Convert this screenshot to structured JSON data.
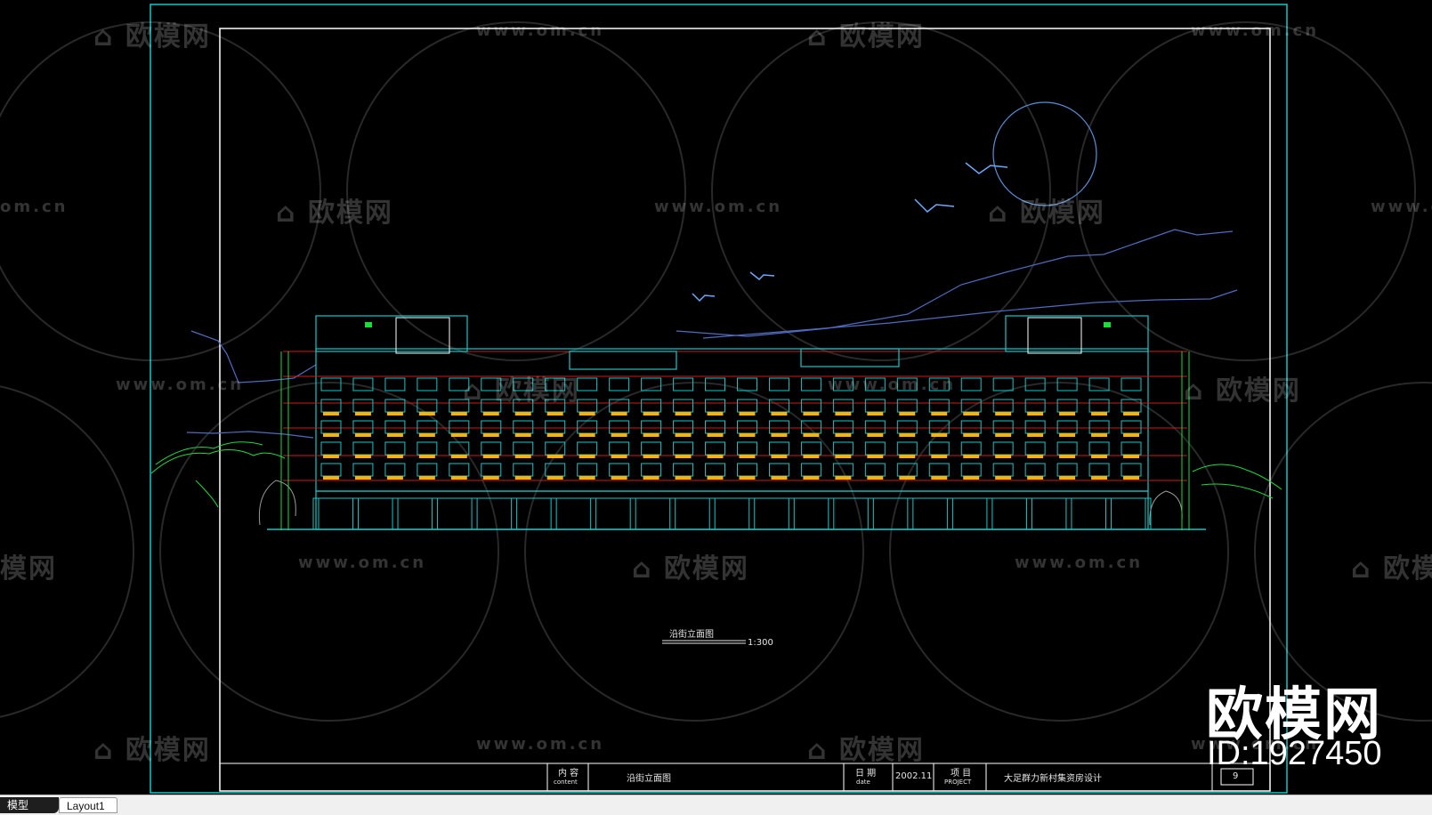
{
  "watermark": {
    "brand_cn": "欧模网",
    "url": "www.om.cn",
    "url_partial": "om.cn",
    "brand_cut_left": "模网",
    "brand_cut_right": "欧模"
  },
  "brand_overlay": {
    "name": "欧模网",
    "id": "ID:1927450"
  },
  "drawing": {
    "title": "沿街立面图",
    "scale": "1:300"
  },
  "title_block": {
    "content_label_cn": "内 容",
    "content_label_en": "content",
    "content_value": "沿街立面图",
    "date_label_cn": "日 期",
    "date_label_en": "date",
    "date_value": "2002.11",
    "project_label_cn": "项 目",
    "project_label_en": "PROJECT",
    "project_value": "大足群力新村集资房设计",
    "sheet_number": "9"
  },
  "colors": {
    "background": "#000000",
    "frame_cyan": "#19c6c6",
    "frame_white": "#ffffff",
    "floor_lines_red": "#d01818",
    "balcony_yellow": "#ffb000",
    "landscape_green": "#1cdc3c",
    "sky_blue": "#4f6bc0"
  },
  "tabs": [
    {
      "label": "模型",
      "active": true
    },
    {
      "label": "Layout1",
      "active": false
    }
  ]
}
